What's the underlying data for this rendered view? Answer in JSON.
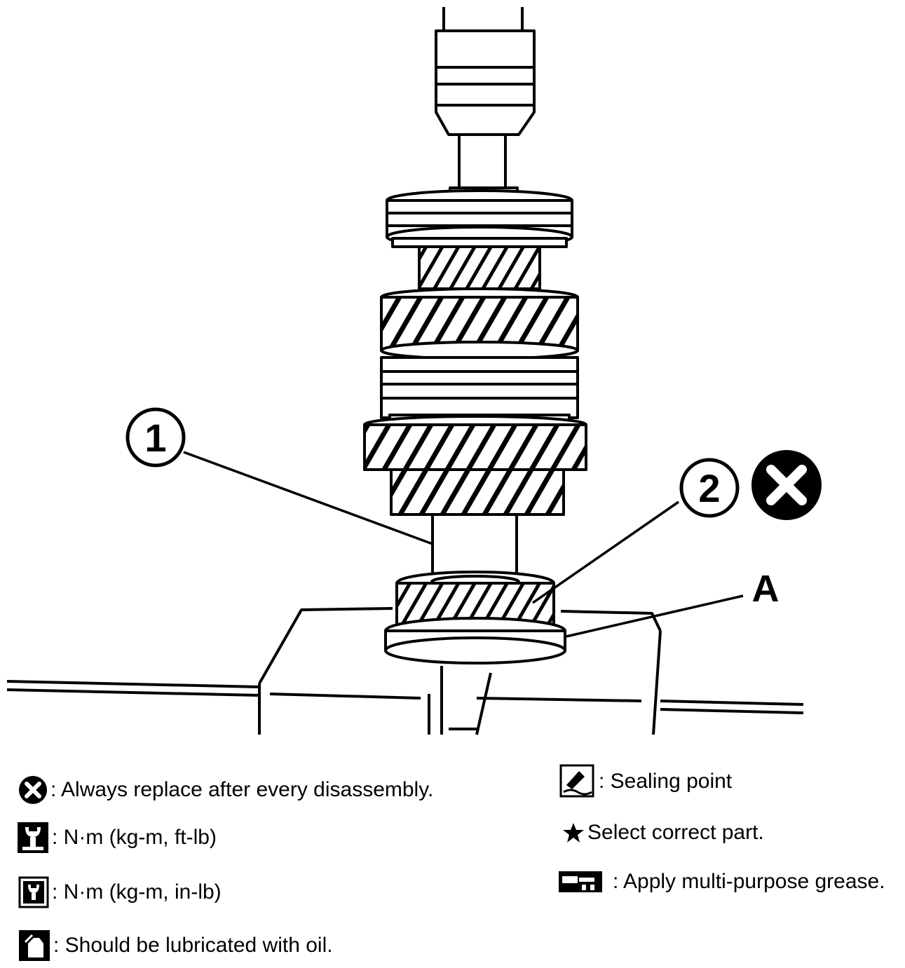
{
  "figure": {
    "callouts": [
      {
        "id": "1",
        "label": "1"
      },
      {
        "id": "2",
        "label": "2"
      },
      {
        "id": "A",
        "label": "A"
      }
    ],
    "replace_symbol_icon": "x-circle-icon"
  },
  "legend": {
    "left": [
      {
        "icon": "x-circle-icon",
        "text": ": Always replace after every disassembly."
      },
      {
        "icon": "wrench-icon",
        "text": ": N·m (kg-m, ft-lb)"
      },
      {
        "icon": "wrench-small-icon",
        "text": ": N·m (kg-m, in-lb)"
      },
      {
        "icon": "oil-can-icon",
        "text": ": Should be lubricated with oil."
      }
    ],
    "right": [
      {
        "icon": "sealant-icon",
        "text": ": Sealing point"
      },
      {
        "icon": "star-icon",
        "text": "Select correct part."
      },
      {
        "icon": "grease-icon",
        "text": ": Apply multi-purpose grease."
      }
    ]
  }
}
